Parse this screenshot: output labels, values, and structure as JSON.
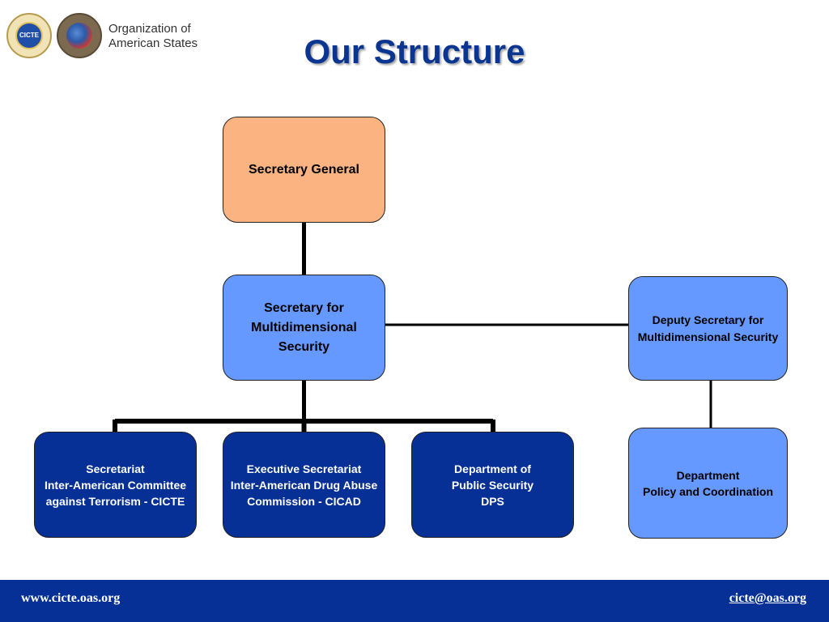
{
  "header": {
    "logos": [
      {
        "name": "cicte-seal",
        "text": "CICTE"
      },
      {
        "name": "oas-seal"
      }
    ],
    "org_name_line1": "Organization of",
    "org_name_line2": "American States",
    "title": "Our Structure"
  },
  "boxes": {
    "secretary_general": {
      "lines": [
        "Secretary General"
      ]
    },
    "secretary_multidimensional": {
      "lines": [
        "Secretary for",
        "Multidimensional",
        "Security"
      ]
    },
    "deputy_secretary": {
      "lines": [
        "Deputy Secretary for",
        "Multidimensional Security"
      ]
    },
    "cicte": {
      "lines": [
        "Secretariat",
        "Inter-American Committee",
        "against Terrorism - CICTE"
      ]
    },
    "cicad": {
      "lines": [
        "Executive Secretariat",
        "Inter-American Drug Abuse",
        "Commission - CICAD"
      ]
    },
    "dps": {
      "lines": [
        "Department of",
        "Public Security",
        "DPS"
      ]
    },
    "dpc": {
      "lines": [
        "Department",
        "Policy and Coordination"
      ]
    }
  },
  "colors": {
    "title": "#0a3590",
    "top_box": "#fbb382",
    "light_box": "#6699ff",
    "dark_box": "#063095",
    "footer": "#063095"
  },
  "footer": {
    "website": "www.cicte.oas.org",
    "email": "cicte@oas.org"
  }
}
